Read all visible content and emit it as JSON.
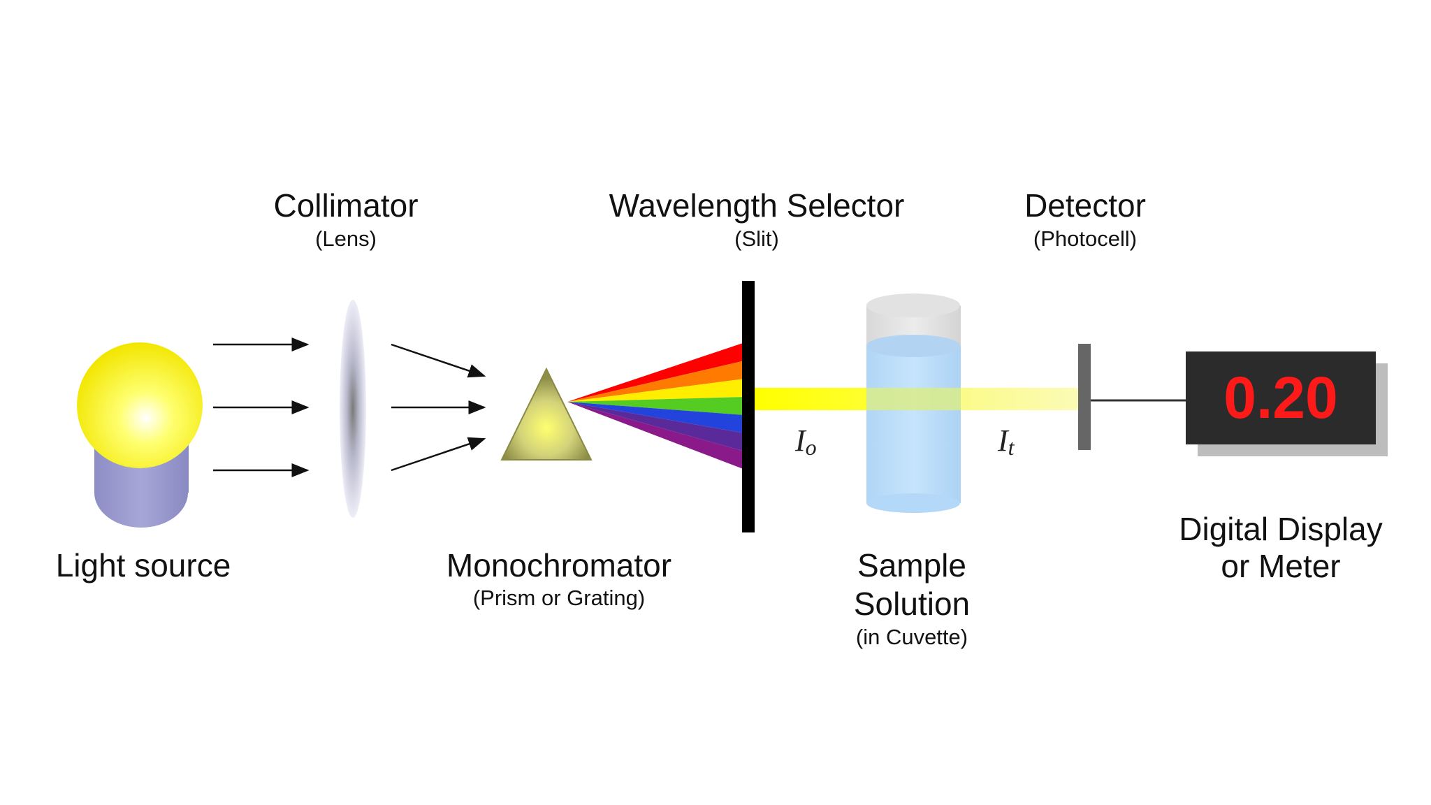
{
  "labels": {
    "light_source": "Light source",
    "collimator": "Collimator",
    "collimator_sub": "(Lens)",
    "monochromator": "Monochromator",
    "monochromator_sub": "(Prism or Grating)",
    "wavelength_selector": "Wavelength Selector",
    "wavelength_selector_sub": "(Slit)",
    "sample_line1": "Sample",
    "sample_line2": "Solution",
    "sample_sub": "(in Cuvette)",
    "detector": "Detector",
    "detector_sub": "(Photocell)",
    "display_line1": "Digital Display",
    "display_line2": "or Meter",
    "incident_I": "I",
    "incident_sub": "o",
    "transmitted_I": "I",
    "transmitted_sub": "t"
  },
  "display": {
    "reading": "0.20",
    "reading_color": "#ff1a1a",
    "screen_color": "#2b2b2b"
  },
  "colors": {
    "bulb": "#ffee00",
    "bulb_base": "#9c9cd0",
    "beam": "#ffff22",
    "cuvette_liquid": "#b9dcfa",
    "prism": "#b5b55a",
    "slit": "#000000",
    "detector": "#666666",
    "spectrum": [
      "#ff0000",
      "#ff7a00",
      "#ffee00",
      "#55cc22",
      "#2244dd",
      "#5a2a9a",
      "#8a1a8a"
    ]
  }
}
